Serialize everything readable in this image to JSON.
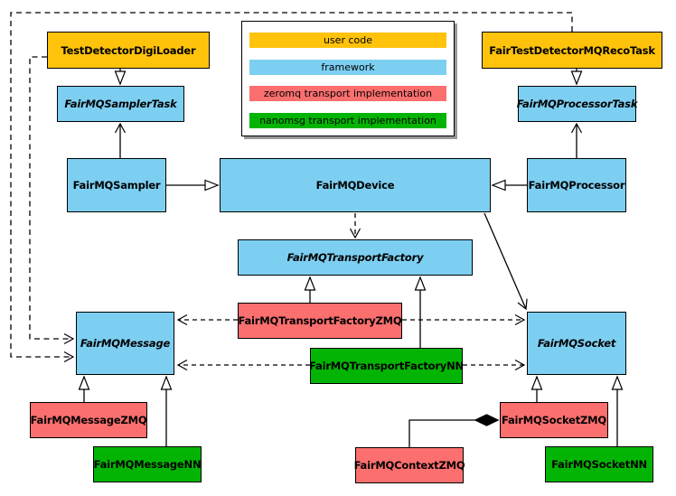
{
  "diagram": {
    "nodes": {
      "testDetectorDigiLoader": {
        "label": "TestDetectorDigiLoader",
        "layer": "user code",
        "abstract": false
      },
      "fairTestDetectorMQRecoTask": {
        "label": "FairTestDetectorMQRecoTask",
        "layer": "user code",
        "abstract": false
      },
      "fairMQSamplerTask": {
        "label": "FairMQSamplerTask",
        "layer": "framework",
        "abstract": true
      },
      "fairMQProcessorTask": {
        "label": "FairMQProcessorTask",
        "layer": "framework",
        "abstract": true
      },
      "fairMQSampler": {
        "label": "FairMQSampler",
        "layer": "framework",
        "abstract": false
      },
      "fairMQDevice": {
        "label": "FairMQDevice",
        "layer": "framework",
        "abstract": false
      },
      "fairMQProcessor": {
        "label": "FairMQProcessor",
        "layer": "framework",
        "abstract": false
      },
      "fairMQTransportFactory": {
        "label": "FairMQTransportFactory",
        "layer": "framework",
        "abstract": true
      },
      "fairMQTransportFactoryZMQ": {
        "label": "FairMQTransportFactoryZMQ",
        "layer": "zeromq",
        "abstract": false
      },
      "fairMQTransportFactoryNN": {
        "label": "FairMQTransportFactoryNN",
        "layer": "nanomsg",
        "abstract": false
      },
      "fairMQMessage": {
        "label": "FairMQMessage",
        "layer": "framework",
        "abstract": true
      },
      "fairMQSocket": {
        "label": "FairMQSocket",
        "layer": "framework",
        "abstract": true
      },
      "fairMQMessageZMQ": {
        "label": "FairMQMessageZMQ",
        "layer": "zeromq",
        "abstract": false
      },
      "fairMQMessageNN": {
        "label": "FairMQMessageNN",
        "layer": "nanomsg",
        "abstract": false
      },
      "fairMQSocketZMQ": {
        "label": "FairMQSocketZMQ",
        "layer": "zeromq",
        "abstract": false
      },
      "fairMQSocketNN": {
        "label": "FairMQSocketNN",
        "layer": "nanomsg",
        "abstract": false
      },
      "fairMQContextZMQ": {
        "label": "FairMQContextZMQ",
        "layer": "zeromq",
        "abstract": false
      }
    },
    "edges": [
      {
        "from": "TestDetectorDigiLoader",
        "to": "FairMQSamplerTask",
        "type": "inheritance"
      },
      {
        "from": "FairTestDetectorMQRecoTask",
        "to": "FairMQProcessorTask",
        "type": "inheritance"
      },
      {
        "from": "FairMQSampler",
        "to": "FairMQSamplerTask",
        "type": "directed-association"
      },
      {
        "from": "FairMQProcessor",
        "to": "FairMQProcessorTask",
        "type": "directed-association"
      },
      {
        "from": "FairMQSampler",
        "to": "FairMQDevice",
        "type": "inheritance"
      },
      {
        "from": "FairMQProcessor",
        "to": "FairMQDevice",
        "type": "inheritance"
      },
      {
        "from": "FairMQDevice",
        "to": "FairMQTransportFactory",
        "type": "dependency"
      },
      {
        "from": "FairMQDevice",
        "to": "FairMQSocket",
        "type": "directed-association"
      },
      {
        "from": "FairMQTransportFactoryZMQ",
        "to": "FairMQTransportFactory",
        "type": "inheritance"
      },
      {
        "from": "FairMQTransportFactoryNN",
        "to": "FairMQTransportFactory",
        "type": "inheritance"
      },
      {
        "from": "FairMQTransportFactoryZMQ",
        "to": "FairMQMessage",
        "type": "dependency"
      },
      {
        "from": "FairMQTransportFactoryZMQ",
        "to": "FairMQSocket",
        "type": "dependency"
      },
      {
        "from": "FairMQTransportFactoryNN",
        "to": "FairMQMessage",
        "type": "dependency"
      },
      {
        "from": "FairMQTransportFactoryNN",
        "to": "FairMQSocket",
        "type": "dependency"
      },
      {
        "from": "TestDetectorDigiLoader",
        "to": "FairMQMessage",
        "type": "dependency"
      },
      {
        "from": "FairTestDetectorMQRecoTask",
        "to": "FairMQMessage",
        "type": "dependency"
      },
      {
        "from": "FairMQMessageZMQ",
        "to": "FairMQMessage",
        "type": "inheritance"
      },
      {
        "from": "FairMQMessageNN",
        "to": "FairMQMessage",
        "type": "inheritance"
      },
      {
        "from": "FairMQSocketZMQ",
        "to": "FairMQSocket",
        "type": "inheritance"
      },
      {
        "from": "FairMQSocketNN",
        "to": "FairMQSocket",
        "type": "inheritance"
      },
      {
        "from": "FairMQContextZMQ",
        "to": "FairMQSocketZMQ",
        "type": "composition"
      }
    ]
  },
  "legend": {
    "items": [
      {
        "label": "user code",
        "color": "#FFC30B"
      },
      {
        "label": "framework",
        "color": "#7DCFF2"
      },
      {
        "label": "zeromq transport implementation",
        "color": "#FC6F6F"
      },
      {
        "label": "nanomsg transport implementation",
        "color": "#04B404"
      }
    ]
  }
}
